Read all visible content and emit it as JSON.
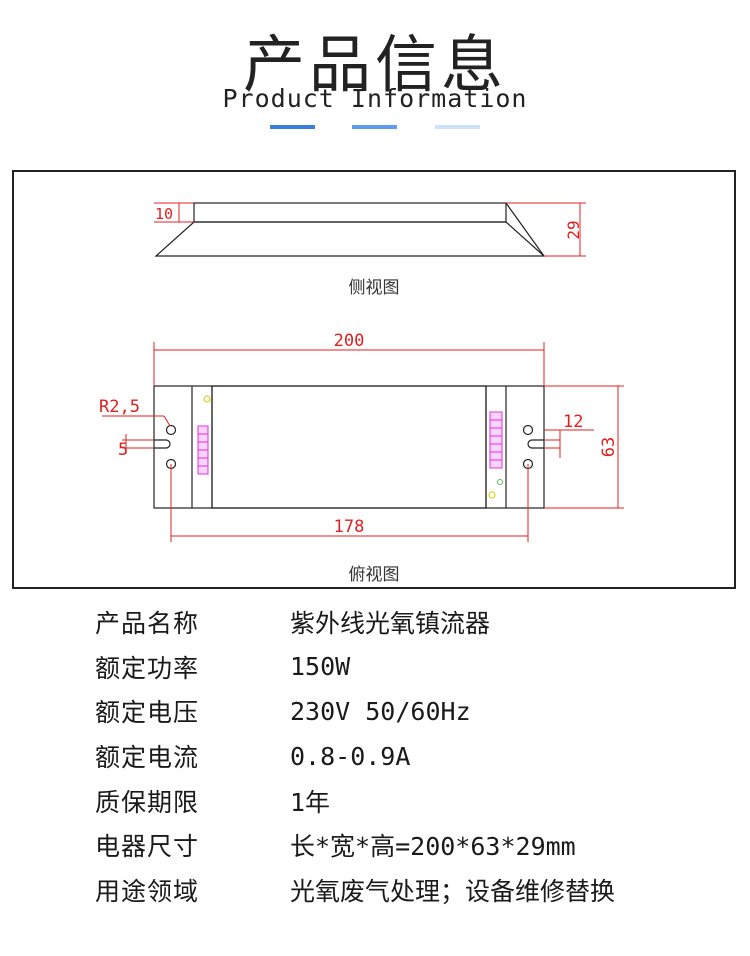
{
  "header": {
    "title_cn": "产品信息",
    "title_en": "Product Information"
  },
  "drawing": {
    "side_view_label": "侧视图",
    "top_view_label": "俯视图",
    "dims": {
      "side_left": "10",
      "side_height": "29",
      "length_total": "200",
      "radius": "R2,5",
      "slot": "5",
      "slot_right": "12",
      "width": "63",
      "hole_spacing": "178"
    }
  },
  "specs": [
    {
      "key": "产品名称",
      "value": "紫外线光氧镇流器"
    },
    {
      "key": "额定功率",
      "value": "150W"
    },
    {
      "key": "额定电压",
      "value": "230V 50/60Hz"
    },
    {
      "key": "额定电流",
      "value": "0.8-0.9A"
    },
    {
      "key": "质保期限",
      "value": "1年"
    },
    {
      "key": "电器尺寸",
      "value": "长*宽*高=200*63*29mm"
    },
    {
      "key": "用途领域",
      "value": "光氧废气处理；设备维修替换"
    }
  ],
  "colors": {
    "accent_1": "#3a7fe0",
    "accent_2": "#5b9bf0",
    "accent_3": "#cfe1fa",
    "dimension_red": "#e02020",
    "terminal_magenta": "#e030e0",
    "led_yellow": "#e0d020"
  }
}
